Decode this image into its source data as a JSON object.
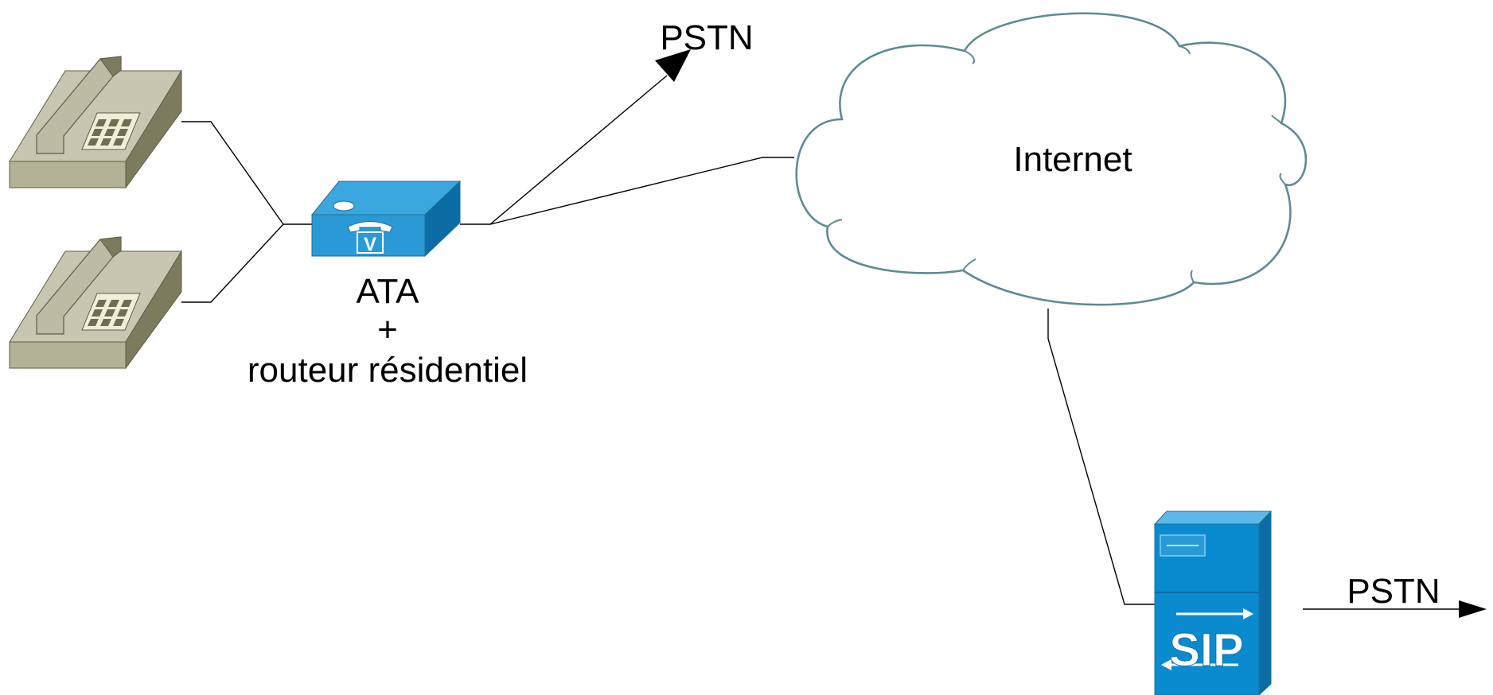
{
  "labels": {
    "pstn_top": "PSTN",
    "internet": "Internet",
    "ata_line1": "ATA",
    "ata_line2": "+",
    "ata_line3": "routeur résidentiel",
    "pstn_right": "PSTN",
    "ata_glyph": "V",
    "sip_glyph": "SIP"
  },
  "icons": {
    "phone_top": "desk-phone-icon",
    "phone_bottom": "desk-phone-icon",
    "ata": "voice-router-icon",
    "internet": "cloud-icon",
    "sip_server": "sip-proxy-server-icon"
  },
  "colors": {
    "phone_body": "#c8c6b0",
    "phone_side": "#7d7b5e",
    "device_blue": "#2a9ad6",
    "device_blue_dark": "#0b6da3",
    "cloud_stroke": "#5f8a93",
    "line": "#000000"
  }
}
